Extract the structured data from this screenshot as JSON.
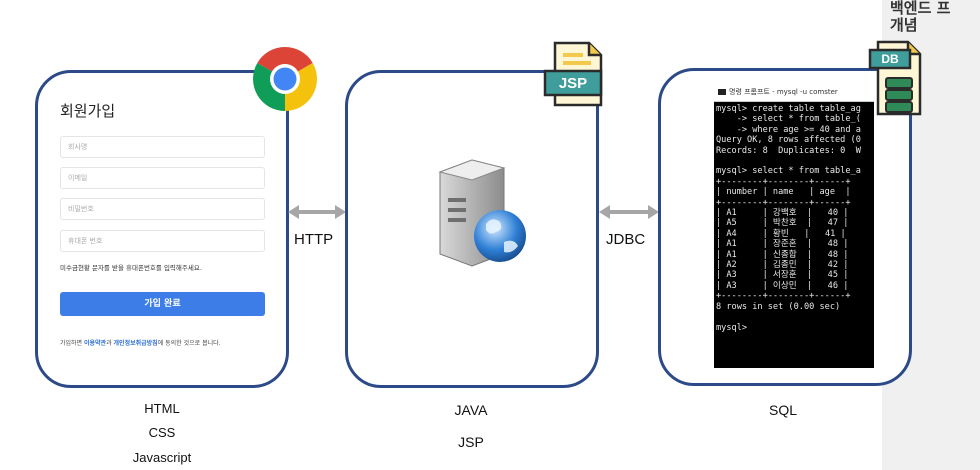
{
  "side_panel": {
    "title": "백엔드 프\n개념"
  },
  "client": {
    "form_title": "회원가입",
    "fields": [
      "회사명",
      "이메일",
      "비밀번호",
      "휴대폰 번호"
    ],
    "hint": "미수금현황 문자를 받을 휴대폰번호를 입력해주세요.",
    "submit_label": "가입 완료",
    "agree_prefix": "가입하면 ",
    "agree_link1": "이용약관",
    "agree_mid": "과 ",
    "agree_link2": "개인정보취급방침",
    "agree_suffix": "에 동의한 것으로 봅니다.",
    "captions": [
      "HTML",
      "CSS",
      "Javascript"
    ]
  },
  "server": {
    "badge": "JSP",
    "captions": [
      "JAVA",
      "JSP"
    ]
  },
  "database": {
    "badge": "DB",
    "caption": "SQL",
    "terminal_title": "명령 프롬프트 - mysql  -u comster",
    "terminal_lines": [
      "mysql> create table table_ag",
      "    -> select * from table_(",
      "    -> where age >= 40 and a",
      "Query OK, 8 rows affected (0",
      "Records: 8  Duplicates: 0  W",
      "",
      "mysql> select * from table_a",
      "+--------+--------+------+",
      "| number | name   | age  |",
      "+--------+--------+------+",
      "| A1     | 강백호  |   40 |",
      "| A5     | 박찬호  |   47 |",
      "| A4     | 황빈   |   41 |",
      "| A1     | 장준혼  |   48 |",
      "| A1     | 신종합  |   48 |",
      "| A2     | 김종민  |   42 |",
      "| A3     | 서장훈  |   45 |",
      "| A3     | 이상민  |   46 |",
      "+--------+--------+------+",
      "8 rows in set (0.00 sec)",
      "",
      "mysql>"
    ]
  },
  "connectors": {
    "left": "HTTP",
    "right": "JDBC"
  },
  "colors": {
    "border": "#2c4a87",
    "arrow": "#a6a6a6",
    "badge_teal": "#3f9d9b",
    "badge_yellow": "#f2c94c",
    "db_green": "#2e8b57"
  }
}
